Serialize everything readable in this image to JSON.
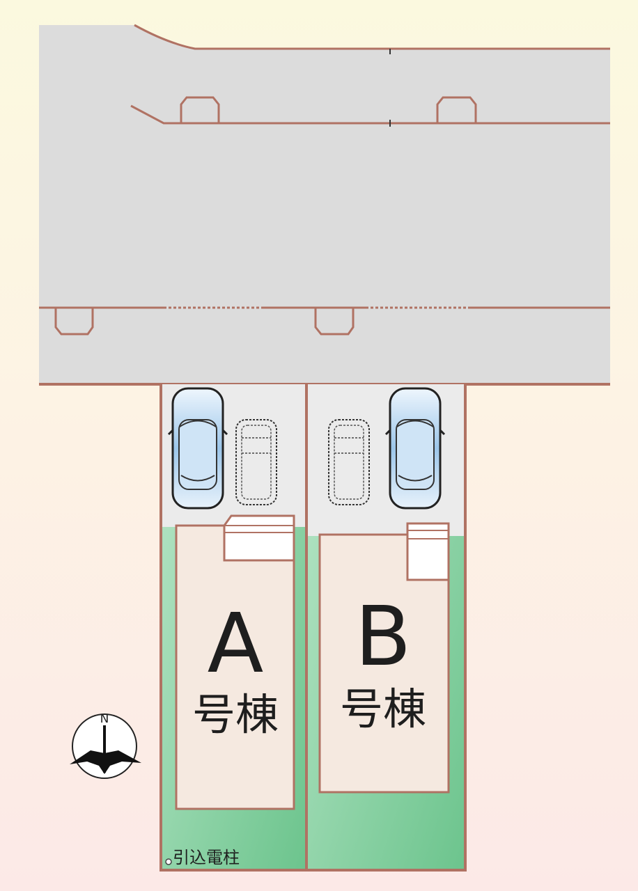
{
  "lots": [
    {
      "letter": "A",
      "suffix": "号棟"
    },
    {
      "letter": "B",
      "suffix": "号棟"
    }
  ],
  "compass": {
    "label": "N"
  },
  "utility_pole": {
    "label": "引込電柱"
  },
  "colors": {
    "road": "#dcdcdc",
    "line": "#b07263",
    "green": "#7fcf9a",
    "house": "#f5e9e0",
    "parking": "#ebebeb"
  }
}
